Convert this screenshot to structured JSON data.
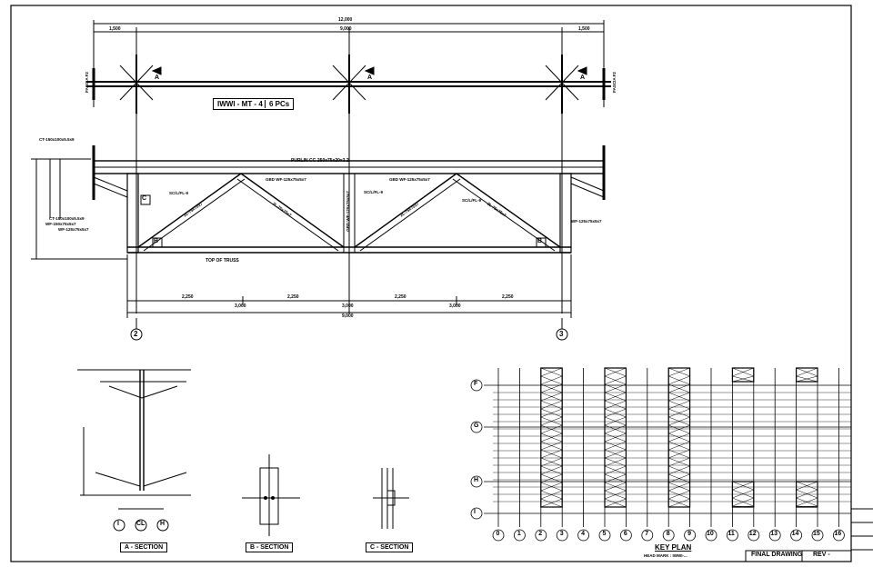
{
  "elevation": {
    "dims": {
      "overall_top": "12,000",
      "top_left": "1,500",
      "top_mid": "9,000",
      "top_right": "1,500",
      "bottom_total": "9,000",
      "bottom_a": "3,000",
      "bottom_b": "3,000",
      "bottom_c": "3,000",
      "sub": [
        "2,250",
        "2,250",
        "2,250",
        "2,250"
      ]
    },
    "mark_label": "IWWI - MT - 4",
    "pcs_label": "6 PCs",
    "purlin_label": "PURLIN CC-250x75x20x3.2",
    "top_of_truss": "TOP OF TRUSS",
    "member_notes": [
      "GBD WF-125x75x5x7",
      "GBD WF-125x75x5x7",
      "GBD WF-125x75x5x7",
      "SC/L/FL-9",
      "SC/L/FL-9",
      "SC/L/FL-9",
      "2L-75x75x7",
      "2L-75x75x7",
      "2L-75x75x7",
      "2L-75x75x7",
      "WF-125x75x5x7",
      "WF-125x75x5x7"
    ],
    "fascia_left": "FASCIA F2",
    "fascia_right": "FASCIA F2",
    "left_notes": [
      "CT-150x100x5.5x9",
      "WF-150x75x5x7",
      "CT-150x100x5.5x9"
    ],
    "section_marks": [
      "A",
      "A",
      "A",
      "C",
      "B",
      "B"
    ],
    "grid_bubbles": [
      "2",
      "3"
    ]
  },
  "sections": [
    {
      "title": "A - SECTION",
      "bubbles": [
        "I",
        "CL",
        "H"
      ]
    },
    {
      "title": "B - SECTION"
    },
    {
      "title": "C - SECTION"
    }
  ],
  "keyplan": {
    "title": "KEY PLAN",
    "subtitle": "HEAD MARK : IWWI-...",
    "row_bubbles": [
      "F",
      "G",
      "H",
      "I"
    ],
    "col_bubbles": [
      "0",
      "1",
      "2",
      "3",
      "4",
      "5",
      "6",
      "7",
      "8",
      "9",
      "10",
      "11",
      "12",
      "13",
      "14",
      "15",
      "16"
    ]
  },
  "titleblock": {
    "status": "FINAL DRAWING",
    "rev": "REV -"
  }
}
